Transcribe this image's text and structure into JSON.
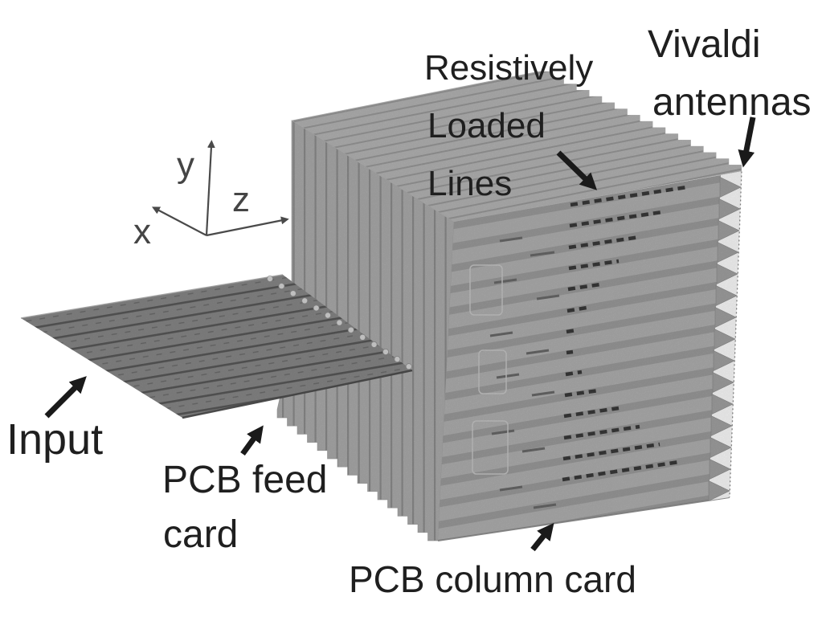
{
  "annotations": {
    "resistively_loaded_lines": {
      "line1": "Resistively",
      "line2": "Loaded",
      "line3": "Lines"
    },
    "vivaldi_antennas": {
      "line1": "Vivaldi",
      "line2": "antennas"
    },
    "input_label": "Input",
    "pcb_feed_card": {
      "line1": "PCB feed",
      "line2": "card"
    },
    "pcb_column_card": "PCB column card"
  },
  "axes": {
    "x_label": "x",
    "y_label": "y",
    "z_label": "z"
  },
  "colors": {
    "background": "#ffffff",
    "text": "#1f1f1f",
    "annotation_arrow": "#1a1a1a",
    "card_light_gray": "#b2b2b2",
    "card_edge_line_gray": "#9b9b9b",
    "stack_side_gray": "#aeaeae",
    "feed_card_gray": "#898989",
    "feed_trace_gray": "#595959",
    "resistive_trace_dark": "#3a3a3a",
    "vivaldi_flare_gray": "#a3a3a3",
    "connector_dot_light": "#d9d9d9",
    "axis_gray": "#4a4a4a"
  }
}
